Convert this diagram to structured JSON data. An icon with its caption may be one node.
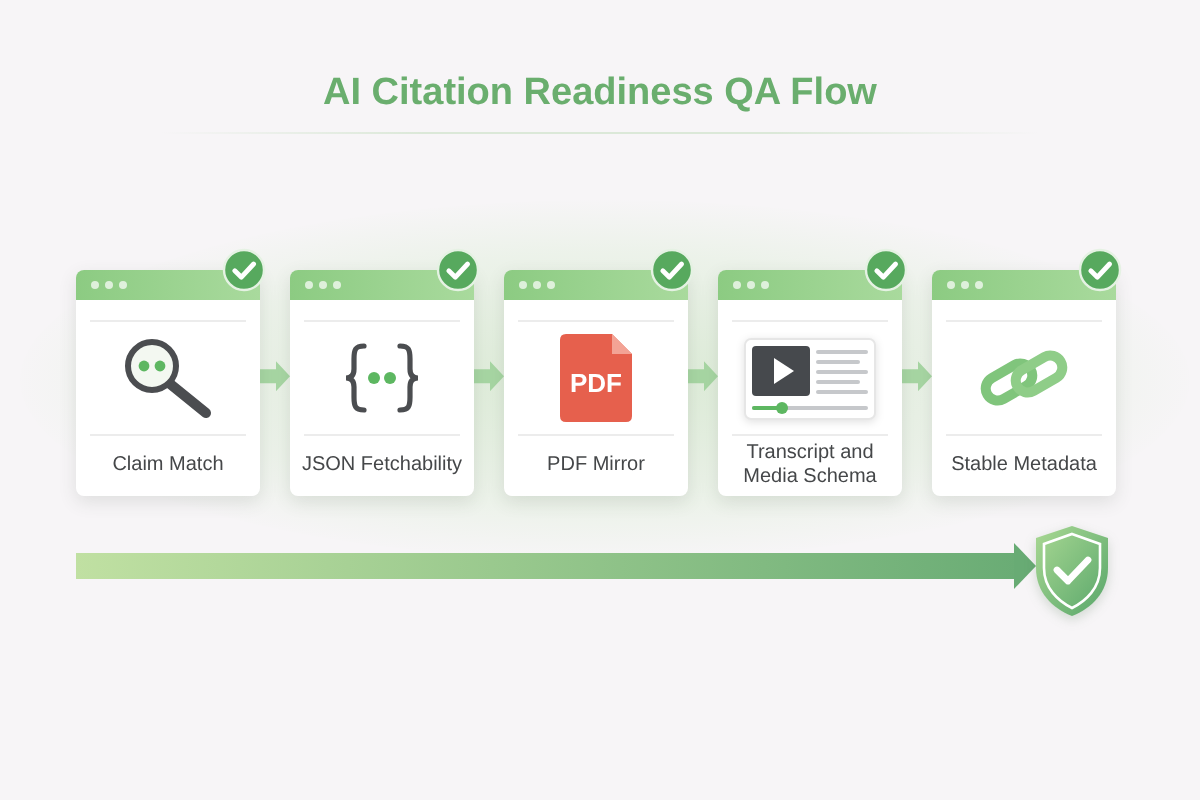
{
  "diagram": {
    "title": "AI Citation Readiness QA Flow",
    "nodes": [
      {
        "text": [
          "Claim Match"
        ]
      },
      {
        "text": [
          "JSON Fetchability"
        ]
      },
      {
        "text": [
          "PDF",
          "PDF Mirror"
        ]
      },
      {
        "text": [
          "Transcript and Media Schema"
        ]
      },
      {
        "text": [
          "Stable Metadata"
        ]
      },
      {
        "text": [],
        "shape": "shield"
      }
    ],
    "edges": [
      {
        "from": 0,
        "to": 1,
        "arrow": "to"
      },
      {
        "from": 1,
        "to": 2,
        "arrow": "to"
      },
      {
        "from": 2,
        "to": 3,
        "arrow": "to"
      },
      {
        "from": 3,
        "to": 4,
        "arrow": "to"
      },
      {
        "from": null,
        "to": 5,
        "arrow": "to",
        "style": "thick",
        "color": "#68ab74"
      }
    ]
  }
}
